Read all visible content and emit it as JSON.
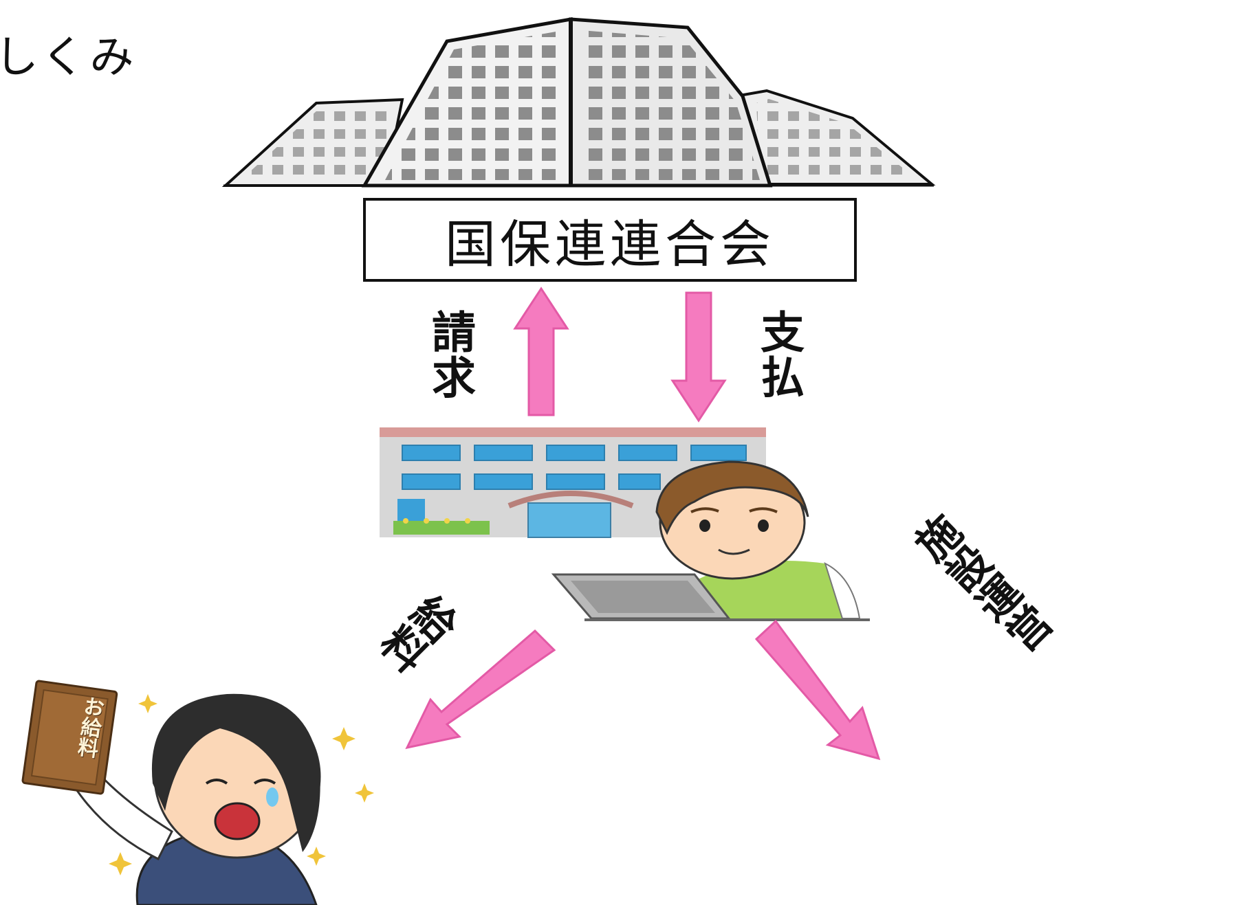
{
  "title_fragment": "しくみ",
  "organization": {
    "label": "国保連連合会"
  },
  "flows": {
    "request": "請求",
    "payment": "支払",
    "salary": "給料",
    "facility_operation": "施設運営"
  },
  "illustration_text": {
    "salary_sign": "お給料"
  },
  "icons": {
    "headquarters": "office-buildings-icon",
    "facility": "care-facility-building-icon",
    "staff": "staff-at-laptop-icon",
    "employee": "happy-employee-icon",
    "equipment": "office-equipment-icon"
  },
  "colors": {
    "arrow": "#f57bbf",
    "arrow_stroke": "#e35aa6",
    "text": "#111111",
    "equipment_bg": "#dff3fb"
  }
}
